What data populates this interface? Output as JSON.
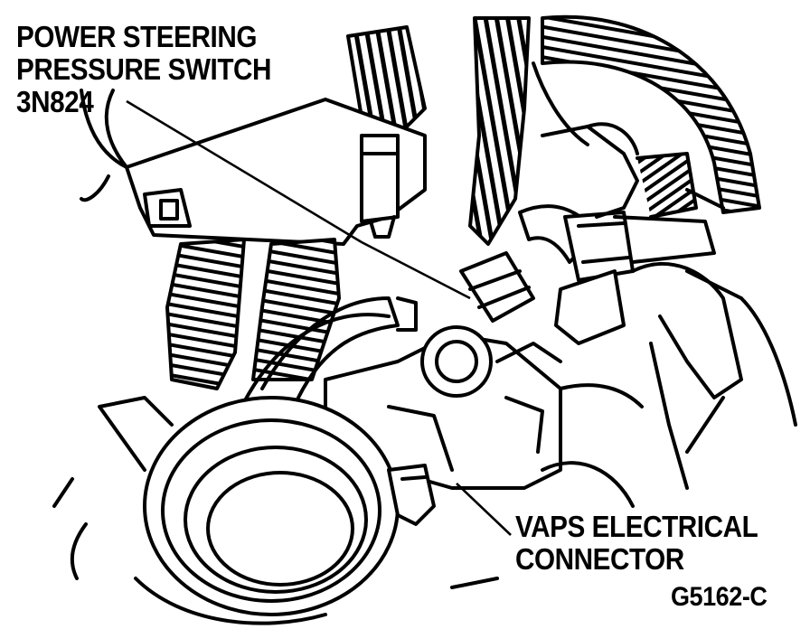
{
  "labels": {
    "pressure_switch": [
      "POWER STEERING",
      "PRESSURE SWITCH",
      "3N824"
    ],
    "vaps_connector": [
      "VAPS ELECTRICAL",
      "CONNECTOR"
    ],
    "figure_code": "G5162-C"
  },
  "colors": {
    "ink": "#000000",
    "paper": "#ffffff"
  }
}
